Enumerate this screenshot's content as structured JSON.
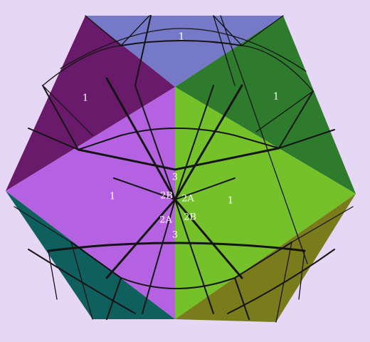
{
  "colors": {
    "background": "#e6d7f6",
    "face_top": "#7679c8",
    "face_upper_left": "#6a1a6a",
    "face_upper_right": "#2e7b2e",
    "face_center_left": "#b562e2",
    "face_center_right": "#74c12a",
    "face_lower_left": "#0f5f5f",
    "face_lower_right": "#7a7b1a",
    "edges": "#141414",
    "label_text": "#ffffff"
  },
  "labels": {
    "top": "1",
    "upper_left": "1",
    "upper_right": "1",
    "center_left": "1",
    "center_right": "1",
    "center_top_3": "3",
    "center_bottom_3": "3",
    "left_2b": "2B",
    "right_2a": "2A",
    "left_2a": "2A",
    "right_2b": "2B"
  }
}
